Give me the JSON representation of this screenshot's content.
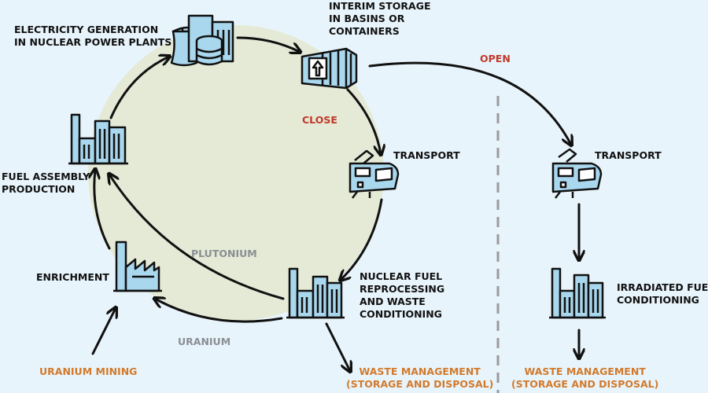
{
  "colors": {
    "background": "#e8f4fb",
    "cycle_fill": "#e4ead6",
    "icon_fill": "#a9d7ee",
    "icon_stroke": "#111111",
    "close_open_label": "#c0392b",
    "material_label": "#8a8f94",
    "waste_label": "#d27a2c",
    "divider": "#9a9a9a"
  },
  "nodes": {
    "electricity": {
      "label": "ELECTRICITY GENERATION\nIN NUCLEAR POWER PLANTS",
      "icon": "power-plant-icon"
    },
    "interim_storage": {
      "label": "INTERIM STORAGE\nIN BASINS OR\nCONTAINERS",
      "icon": "storage-container-icon"
    },
    "transport_closed": {
      "label": "TRANSPORT",
      "icon": "train-icon"
    },
    "reprocessing": {
      "label": "NUCLEAR FUEL\nREPROCESSING\nAND WASTE\nCONDITIONING",
      "icon": "factory-icon"
    },
    "fuel_assembly": {
      "label": "FUEL ASSEMBLY\nPRODUCTION",
      "icon": "factory-icon"
    },
    "enrichment": {
      "label": "ENRICHMENT",
      "icon": "enrichment-plant-icon"
    },
    "uranium_mining": {
      "label": "URANIUM MINING"
    },
    "waste_closed": {
      "label": "WASTE MANAGEMENT\n(STORAGE AND DISPOSAL)"
    },
    "transport_open": {
      "label": "TRANSPORT",
      "icon": "train-icon"
    },
    "irradiated": {
      "label": "IRRADIATED FUEL\nCONDITIONING",
      "icon": "factory-icon"
    },
    "waste_open": {
      "label": "WASTE MANAGEMENT\n(STORAGE AND DISPOSAL)"
    }
  },
  "cycle_labels": {
    "close": "CLOSE",
    "open": "OPEN"
  },
  "materials": {
    "plutonium": "PLUTONIUM",
    "uranium": "URANIUM"
  }
}
